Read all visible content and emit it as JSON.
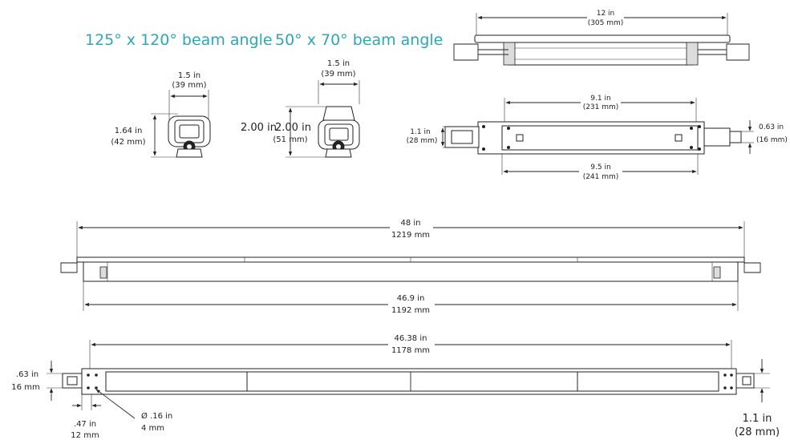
{
  "colors": {
    "accent": "#2aa8b8",
    "line": "#222222"
  },
  "beam": {
    "wide": "125° x 120° beam angle",
    "narrow": "50° x 70° beam angle"
  },
  "small_wide": {
    "width_in": "1.5 in",
    "width_mm": "(39 mm)",
    "height_in": "1.64 in",
    "height_mm": "(42 mm)"
  },
  "small_narrow": {
    "width_in": "1.5 in",
    "width_mm": "(39 mm)",
    "height_in": "2.00 in",
    "height_mm": "2.00 in",
    "height_mm2": "(51 mm)"
  },
  "short_side": {
    "length_in": "12 in",
    "length_mm": "(305 mm)"
  },
  "short_top": {
    "inner_in": "9.1 in",
    "inner_mm": "(231 mm)",
    "outer_in": "9.5 in",
    "outer_mm": "(241 mm)",
    "height_in": "1.1 in",
    "height_mm": "(28 mm)",
    "conn_in": "0.63 in",
    "conn_mm": "(16 mm)"
  },
  "long_side": {
    "total_in": "48 in",
    "total_mm": "1219 mm",
    "body_in": "46.9 in",
    "body_mm": "1192 mm"
  },
  "long_top": {
    "mount_in": "46.38 in",
    "mount_mm": "1178 mm",
    "conn_in": ".63 in",
    "conn_mm": "16 mm",
    "offset_in": ".47 in",
    "offset_mm": "12 mm",
    "hole_in": "Ø .16 in",
    "hole_mm": "4 mm",
    "height_in": "1.1 in",
    "height_mm": "(28 mm)"
  }
}
